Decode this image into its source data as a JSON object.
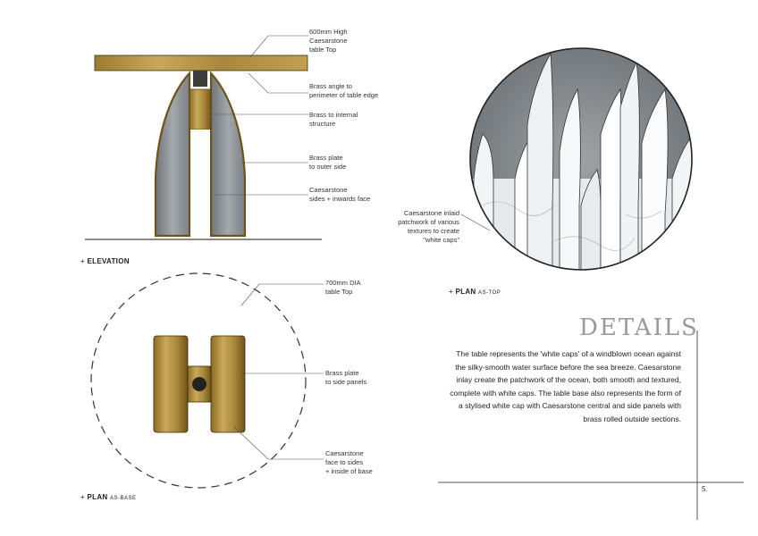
{
  "elevation": {
    "caption_plus": "+",
    "caption_label": "ELEVATION",
    "notes": {
      "tabletop": "600mm High\nCaesarstone\ntable Top",
      "brass_angle": "Brass angle to\nperimeter of table edge",
      "brass_internal": "Brass to internal\nstructure",
      "brass_plate": "Brass plate\nto outer side",
      "caesarstone_sides": "Caesarstone\nsides + inwards face"
    }
  },
  "plan_top": {
    "caption_plus": "+",
    "caption_label": "PLAN",
    "caption_sub": "AS-TOP",
    "notes": {
      "inlaid": "Caesarstone inlaid\npatchwork of various\ntextures to create\n\"white caps\""
    }
  },
  "plan_base": {
    "caption_plus": "+",
    "caption_label": "PLAN",
    "caption_sub": "AS-BASE",
    "notes": {
      "dia": "700mm DIA\ntable Top",
      "brass_side": "Brass plate\nto side panels",
      "caesarstone_face": "Caesarstone\nface to sides\n+ inside of base"
    }
  },
  "details": {
    "title": "DETAILS",
    "body": "The table represents the 'white caps' of a windblown ocean against the silky-smooth water surface before the sea breeze. Caesarstone inlay create the patchwork of the ocean, both smooth and textured, complete with white caps. The table base also represents the form of a stylised white cap with Caesarstone central and side panels with brass rolled outside sections.",
    "page_number": "5."
  },
  "colors": {
    "brass": "#b8963e",
    "stone": "#8a8f94",
    "marble": "#e8ecef"
  }
}
